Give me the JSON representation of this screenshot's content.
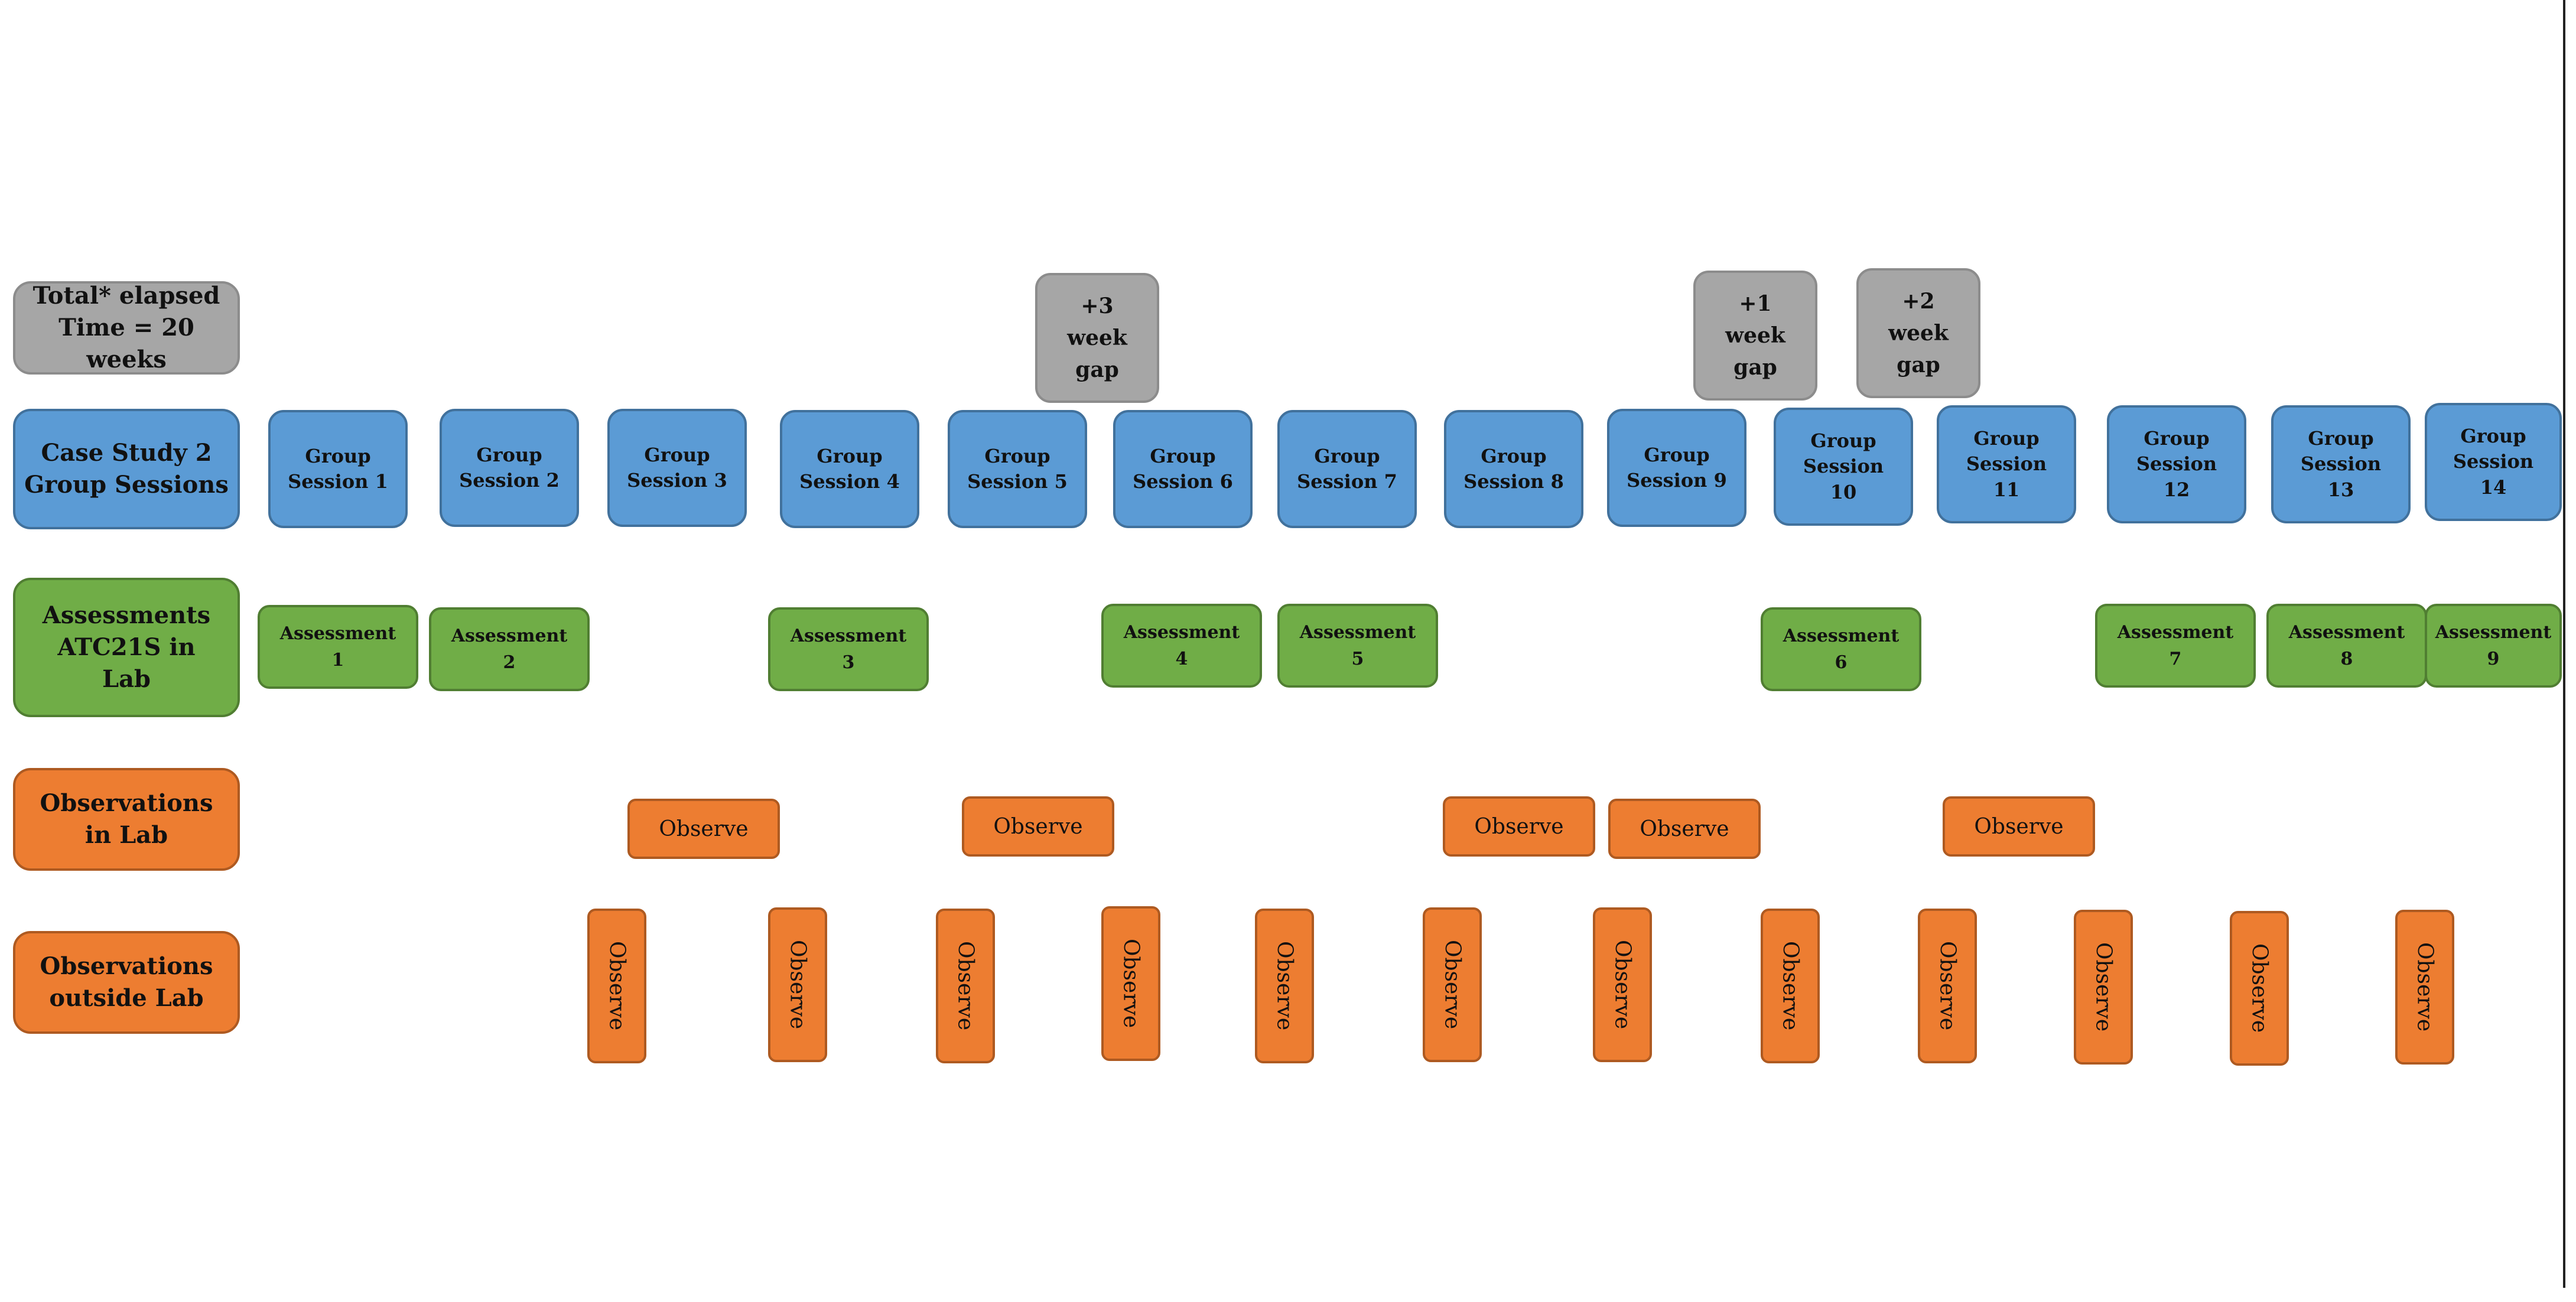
{
  "labels": {
    "total": "Total* elapsed\nTime = 20 weeks",
    "sessions": "Case Study 2\nGroup Sessions",
    "assessments": "Assessments\nATC21S in\nLab",
    "obs_in": "Observations\nin Lab",
    "obs_out": "Observations\noutside Lab"
  },
  "gaps": [
    "+3\nweek\ngap",
    "+1\nweek\ngap",
    "+2\nweek\ngap"
  ],
  "sessions": [
    "Group\nSession 1",
    "Group\nSession 2",
    "Group\nSession 3",
    "Group\nSession 4",
    "Group\nSession 5",
    "Group\nSession 6",
    "Group\nSession 7",
    "Group\nSession 8",
    "Group\nSession 9",
    "Group\nSession\n10",
    "Group\nSession\n11",
    "Group\nSession\n12",
    "Group\nSession\n13",
    "Group\nSession\n14"
  ],
  "assessments": [
    "Assessment\n1",
    "Assessment\n2",
    "Assessment\n3",
    "Assessment\n4",
    "Assessment\n5",
    "Assessment\n6",
    "Assessment\n7",
    "Assessment\n8",
    "Assessment\n9"
  ],
  "observe_label": "Observe",
  "colors": {
    "gray": "#a6a6a6",
    "blue": "#5b9bd5",
    "green": "#70ad47",
    "orange": "#ed7d31"
  }
}
